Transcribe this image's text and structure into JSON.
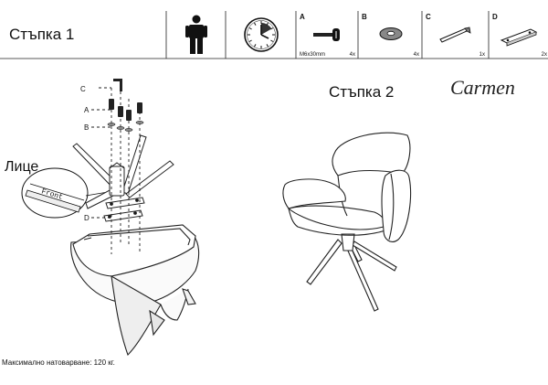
{
  "header": {
    "step1_title": "Стъпка 1",
    "step2_title": "Стъпка 2",
    "model_name": "Carmen"
  },
  "parts_table": {
    "icons": [
      {
        "icon": "person-icon"
      },
      {
        "icon": "clock-icon",
        "minutes": 10
      }
    ],
    "parts": [
      {
        "letter": "A",
        "spec": "M6x30mm",
        "qty": "4x",
        "icon": "bolt-icon"
      },
      {
        "letter": "B",
        "spec": "",
        "qty": "4x",
        "icon": "washer-icon"
      },
      {
        "letter": "C",
        "spec": "",
        "qty": "1x",
        "icon": "allen-key-icon"
      },
      {
        "letter": "D",
        "spec": "",
        "qty": "2x",
        "icon": "mounting-bar-icon"
      }
    ]
  },
  "diagram_step1": {
    "callouts": [
      "C",
      "A",
      "B",
      "D"
    ],
    "face_label": "Лице",
    "front_label": "Front"
  },
  "footer": {
    "max_load": "Максимално натоварване: 120 кг."
  }
}
